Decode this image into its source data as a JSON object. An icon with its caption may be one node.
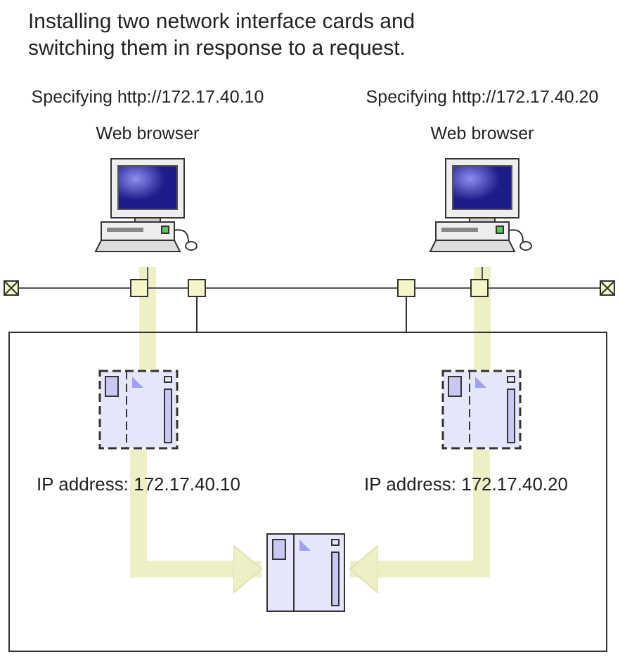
{
  "diagram": {
    "title": "Installing two network interface cards and switching them in response to a request.",
    "nodes": [
      {
        "text": [],
        "shape": "box"
      },
      {
        "text": [
          "Web browser"
        ],
        "beside": [
          "Specifying http://172.17.40.10"
        ]
      },
      {
        "text": [
          "Web browser"
        ],
        "beside": [
          "Specifying http://172.17.40.20"
        ]
      },
      {
        "text": [],
        "shape": "picture",
        "in": 0,
        "beside": [
          "IP address: 172.17.40.10"
        ]
      },
      {
        "text": [],
        "shape": "picture",
        "in": 0,
        "beside": [
          "IP address: 172.17.40.20"
        ]
      },
      {
        "text": [],
        "shape": "picture",
        "in": 0
      }
    ],
    "edges": [
      {
        "from": 1,
        "to": 3,
        "arrow": "none"
      },
      {
        "from": 3,
        "to": 5,
        "arrow": "to"
      },
      {
        "from": 2,
        "to": 4,
        "arrow": "none"
      },
      {
        "from": 4,
        "to": 5,
        "arrow": "to"
      }
    ]
  }
}
